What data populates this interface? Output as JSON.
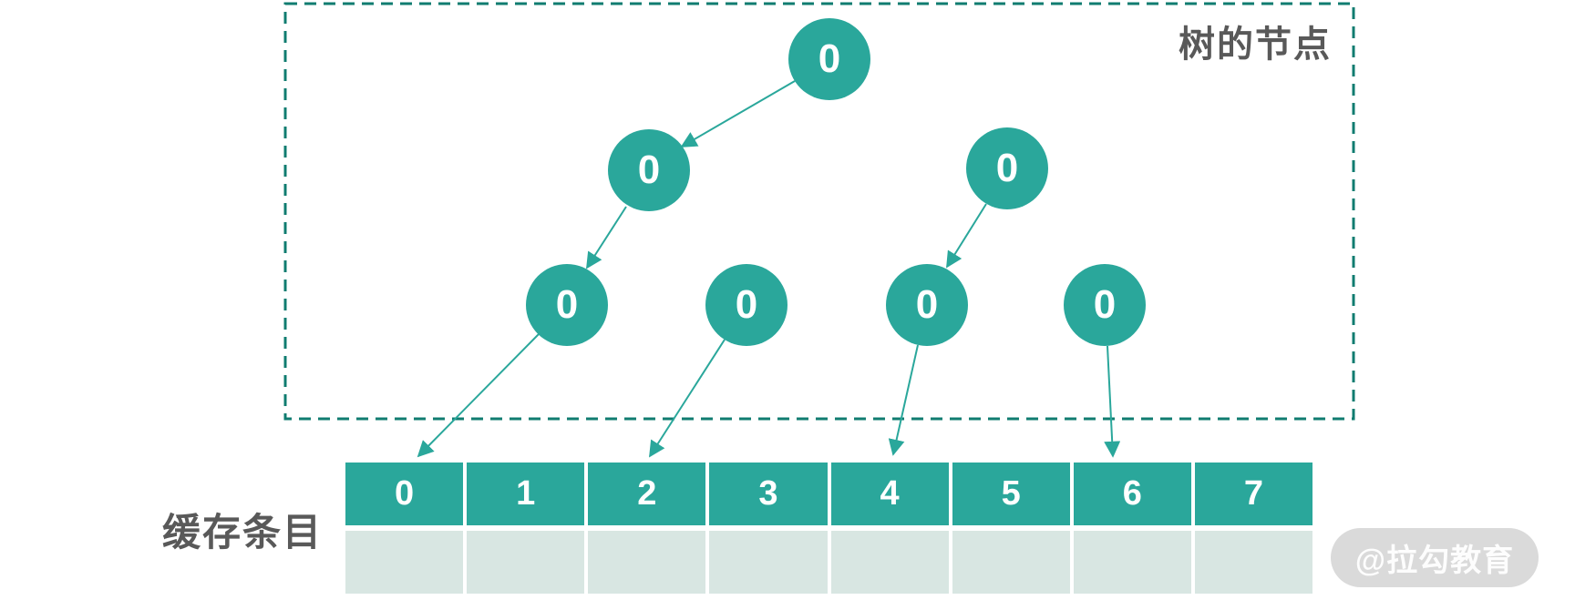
{
  "diagram": {
    "tree_box": {
      "label": "树的节点"
    },
    "tree": {
      "nodes": [
        {
          "id": "root",
          "value": "0"
        },
        {
          "id": "level2-left",
          "value": "0"
        },
        {
          "id": "level2-right",
          "value": "0"
        },
        {
          "id": "level3-1",
          "value": "0"
        },
        {
          "id": "level3-2",
          "value": "0"
        },
        {
          "id": "level3-3",
          "value": "0"
        },
        {
          "id": "level3-4",
          "value": "0"
        }
      ],
      "edges": [
        {
          "from": "root",
          "to": "level2-left"
        },
        {
          "from": "level2-left",
          "to": "level3-1"
        },
        {
          "from": "level2-right",
          "to": "level3-3"
        },
        {
          "from": "level3-1",
          "to": "cache-cell-0"
        },
        {
          "from": "level3-2",
          "to": "cache-cell-2"
        },
        {
          "from": "level3-3",
          "to": "cache-cell-4"
        },
        {
          "from": "level3-4",
          "to": "cache-cell-6"
        }
      ]
    },
    "cache": {
      "label": "缓存条目",
      "index_cells": [
        "0",
        "1",
        "2",
        "3",
        "4",
        "5",
        "6",
        "7"
      ],
      "value_cells": [
        "",
        "",
        "",
        "",
        "",
        "",
        "",
        ""
      ]
    },
    "watermark": "@拉勾教育",
    "colors": {
      "node_teal": "#2aa79b",
      "dashed_border_teal": "#107c70",
      "arrow_teal": "#2aa79b",
      "cell_light": "#d8e6e2",
      "label_gray": "#595959",
      "watermark_bg": "#dadada",
      "node_text": "#ffffff"
    }
  }
}
